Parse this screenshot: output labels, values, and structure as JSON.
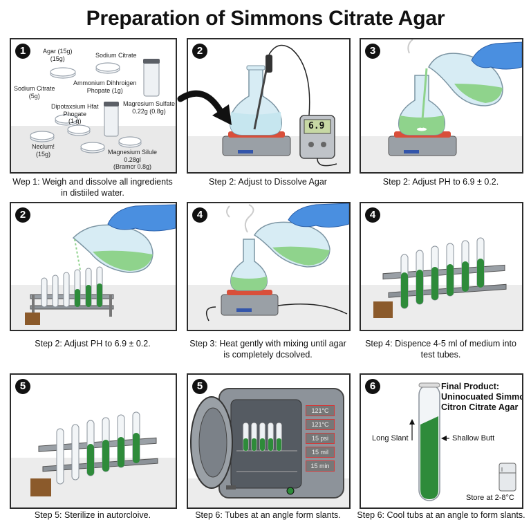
{
  "title": "Preparation of Simmons Citrate Agar",
  "panels": [
    {
      "badge": "1",
      "caption": "Wep 1: Weigh and dissolve all ingredients in distiiled water.",
      "ingredients": {
        "agar": "Agar (15g)\n(15g)",
        "sodium_citrate_top": "Sodium Citrate",
        "ammonium": "Ammonium Dihhroigen\nPhopate (1g)",
        "sodium_citrate_left": "Sodium Citrate\n(5g)",
        "magnesium_sulfate": "Magresium Sulfate\n0.22g (0.8g)",
        "dipotassium": "Dipotaxsium Hfat\nPhogate\n(1 g)",
        "neclum": "Neclum!\n(15g)",
        "magnesium_silule": "Magnesium Silule\n0.28gl\n(Bramcr 0.8g)"
      }
    },
    {
      "badge": "2",
      "caption": "Step 2: Adjust to Dissolve Agar",
      "meter_display": "6.9"
    },
    {
      "badge": "3",
      "caption": "Step 2: Adjust PH to 6.9 ± 0.2."
    },
    {
      "badge": "2",
      "caption": "Step 2: Adjust PH to 6.9 ± 0.2."
    },
    {
      "badge": "4",
      "caption": "Step 3: Heat gently with mixing until agar is completely dcsolved."
    },
    {
      "badge": "4",
      "caption": "Step 4: Dispence 4-5 ml of medium into test tubes."
    },
    {
      "badge": "5",
      "caption": "Step 5: Sterilize in autorcloive."
    },
    {
      "badge": "5",
      "caption": "Step 6: Tubes at an angle form slants.",
      "readouts": [
        "121°C",
        "121°C",
        "15 psi",
        "15 mil",
        "15 min"
      ]
    },
    {
      "badge": "6",
      "caption": "Step 6: Cool tubs at an angle to form slants.",
      "final_title": "Final Product:\nUninocuated Simmons\nCitron Citrate Agar",
      "long_slant": "Long Slant",
      "shallow_butt": "Shallow Butt",
      "storage": "Store at 2-8°C"
    }
  ],
  "colors": {
    "agar_green": "#8fd38c",
    "tube_green": "#2e8b3a",
    "glove_blue": "#4a8fe0",
    "readout_border": "#d23b3b"
  }
}
